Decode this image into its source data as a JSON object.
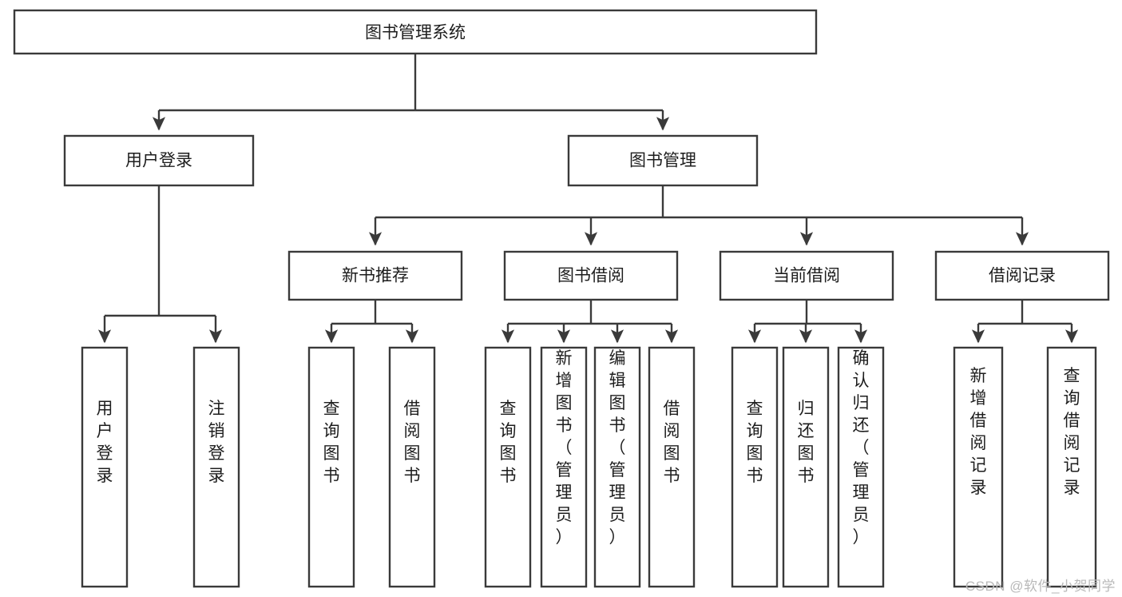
{
  "diagram": {
    "title": "图书管理系统",
    "type": "tree-hierarchy",
    "orientation": "top-down",
    "root": {
      "label": "图书管理系统",
      "level": 1
    },
    "level2": [
      {
        "label": "用户登录"
      },
      {
        "label": "图书管理"
      }
    ],
    "level3": [
      {
        "label": "新书推荐",
        "parent": "图书管理"
      },
      {
        "label": "图书借阅",
        "parent": "图书管理"
      },
      {
        "label": "当前借阅",
        "parent": "图书管理"
      },
      {
        "label": "借阅记录",
        "parent": "图书管理"
      }
    ],
    "leaves": {
      "user_login": [
        {
          "label": "用户登录"
        },
        {
          "label": "注销登录"
        }
      ],
      "new_book_recommend": [
        {
          "label": "查询图书"
        },
        {
          "label": "借阅图书"
        }
      ],
      "book_borrow": [
        {
          "label": "查询图书"
        },
        {
          "label": "新增图书（管理员）"
        },
        {
          "label": "编辑图书（管理员）"
        },
        {
          "label": "借阅图书"
        }
      ],
      "current_borrow": [
        {
          "label": "查询图书"
        },
        {
          "label": "归还图书"
        },
        {
          "label": "确认归还（管理员）"
        }
      ],
      "borrow_record": [
        {
          "label": "新增借阅记录"
        },
        {
          "label": "查询借阅记录"
        }
      ]
    }
  },
  "watermark": {
    "text": "CSDN @软件_小贺同学"
  },
  "colors": {
    "stroke": "#3a3a3a",
    "fill": "#ffffff",
    "text": "#1d1d1d",
    "watermark": "#b9b9b9"
  }
}
